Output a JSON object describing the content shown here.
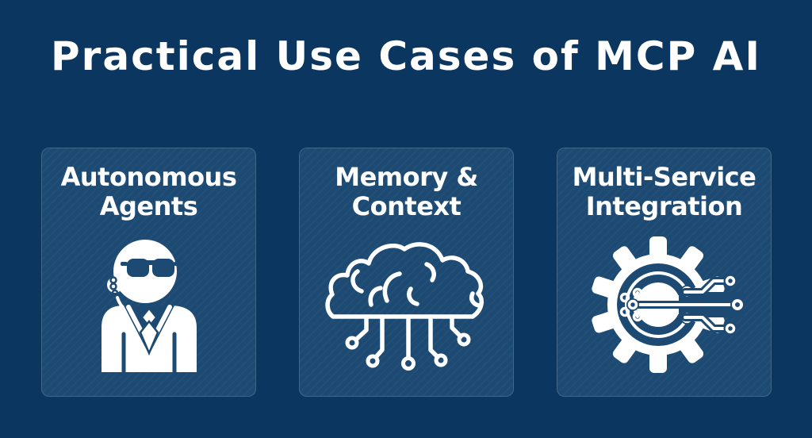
{
  "title": "Practical Use Cases of MCP AI",
  "cards": [
    {
      "title_line1": "Autonomous",
      "title_line2": "Agents",
      "icon": "secret-agent-icon"
    },
    {
      "title_line1": "Memory &",
      "title_line2": "Context",
      "icon": "brain-circuit-icon"
    },
    {
      "title_line1": "Multi-Service",
      "title_line2": "Integration",
      "icon": "gear-circuit-icon"
    }
  ],
  "colors": {
    "background": "#0b3660",
    "card_background": "#1d4a72",
    "text": "#ffffff"
  }
}
